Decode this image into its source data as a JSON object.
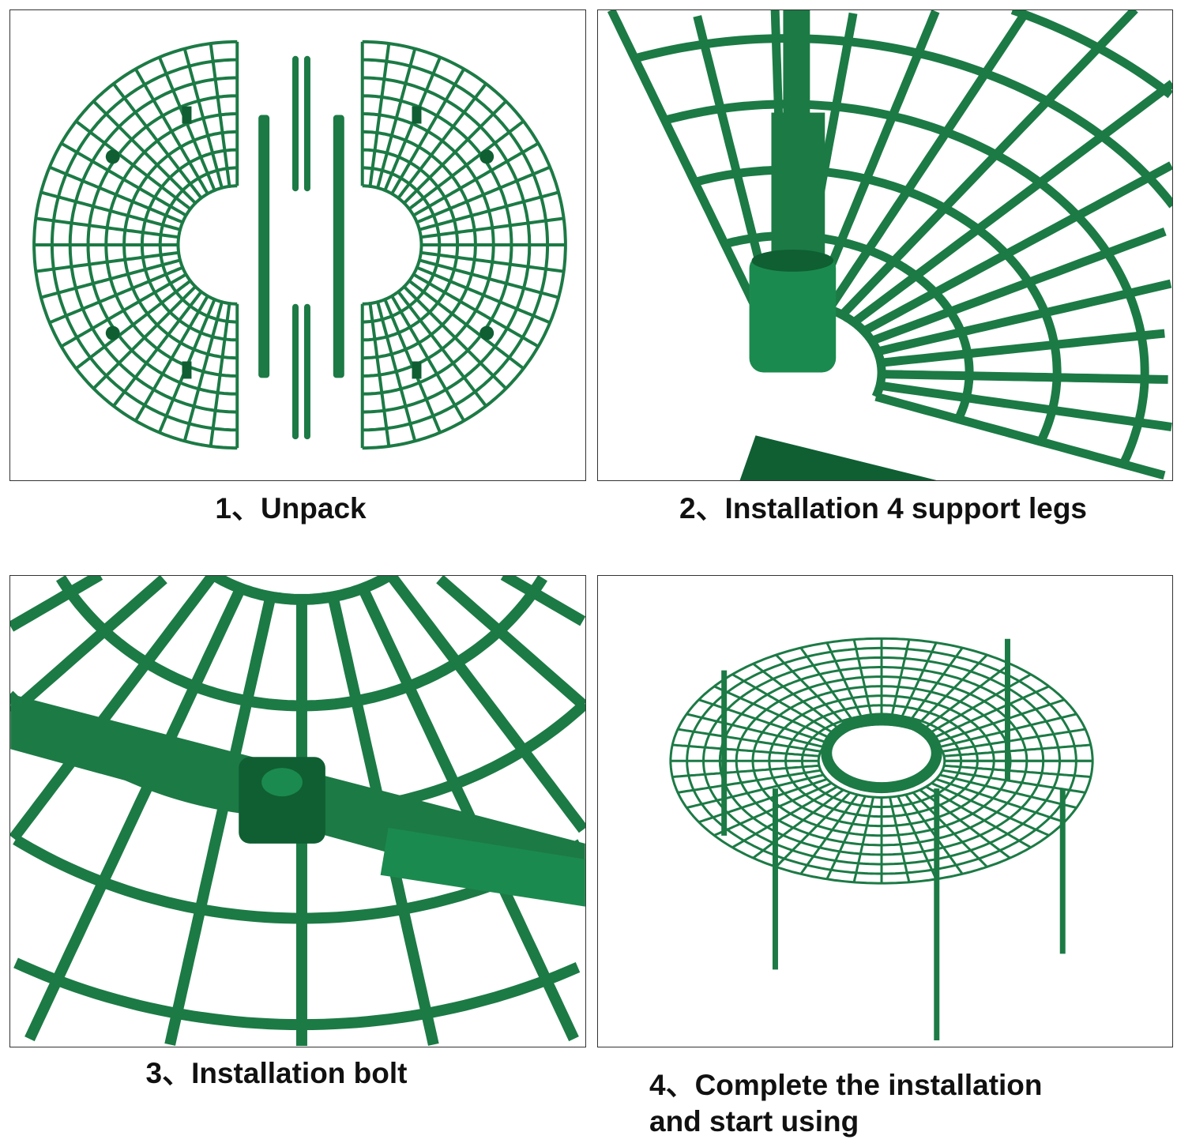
{
  "steps": [
    {
      "caption": "1、Unpack"
    },
    {
      "caption": "2、Installation 4 support legs"
    },
    {
      "caption": "3、Installation bolt"
    },
    {
      "caption_line1": "4、Complete the installation",
      "caption_line2": "and start using"
    }
  ],
  "colors": {
    "plastic_green": "#1c7a45",
    "plastic_dark": "#0f5f33",
    "border": "#333333"
  }
}
